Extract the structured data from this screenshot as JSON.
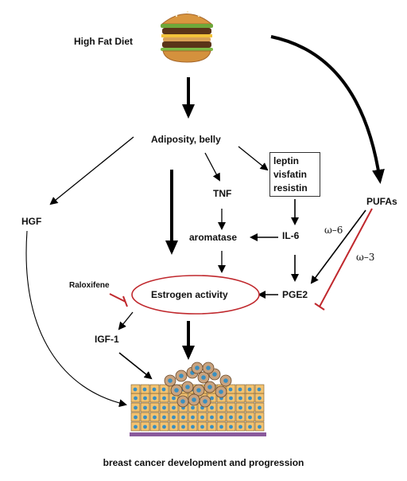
{
  "nodes": {
    "high_fat_diet": "High Fat Diet",
    "adiposity": "Adiposity, belly",
    "adipokines": [
      "leptin",
      "visfatin",
      "resistin"
    ],
    "tnf": "TNF",
    "aromatase": "aromatase",
    "il6": "IL-6",
    "hgf": "HGF",
    "pufas": "PUFAs",
    "omega6": "ω–6",
    "omega3": "ω–3",
    "raloxifene": "Raloxifene",
    "estrogen": "Estrogen activity",
    "pge2": "PGE2",
    "igf1": "IGF-1"
  },
  "caption": "breast cancer development and progression",
  "colors": {
    "inhibition": "#c0282d",
    "ellipse_border": "#c0282d",
    "arrow": "#000000",
    "cell_fill": "#f3c270",
    "cell_nucleus": "#3a8fc0",
    "tumor_cell": "#c9a37f",
    "basement": "#8a5a9c"
  },
  "icons": {
    "food": "hamburger-icon",
    "tissue": "breast-tissue-cells-icon"
  }
}
